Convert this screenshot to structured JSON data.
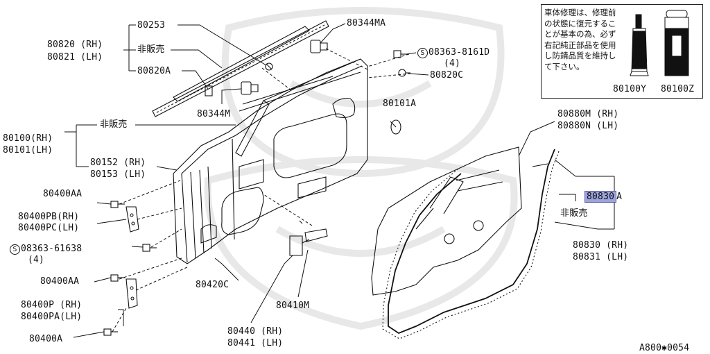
{
  "notice": {
    "text": "車体修理は、修理前の状態に復元することが基本の為、必ず右記純正部品を使用し防錆品質を維持して下さい。",
    "part_a": "80100Y",
    "part_b": "80100Z"
  },
  "labels": {
    "p80253": "80253",
    "p80820rh": "80820 (RH)",
    "p80821lh": "80821 (LH)",
    "hihanbai1": "非販売",
    "p80820a": "80820A",
    "p80344ma": "80344MA",
    "bolt1_code": "08363-8161D",
    "bolt1_qty": "(4)",
    "p80820c": "80820C",
    "p80344m": "80344M",
    "p80101a": "80101A",
    "hihanbai2": "非販売",
    "p80100rh": "80100(RH)",
    "p80101lh": "80101(LH)",
    "p80152rh": "80152 (RH)",
    "p80153lh": "80153 (LH)",
    "p80400aa_1": "80400AA",
    "p80400pb": "80400PB(RH)",
    "p80400pc": "80400PC(LH)",
    "bolt2_code": "08363-61638",
    "bolt2_qty": "(4)",
    "p80400aa_2": "80400AA",
    "p80400p": "80400P  (RH)",
    "p80400pa": "80400PA(LH)",
    "p80400a": "80400A",
    "p80420c": "80420C",
    "p80410m": "80410M",
    "p80440rh": "80440 (RH)",
    "p80441lh": "80441 (LH)",
    "p80880m": "80880M (RH)",
    "p80880n": "80880N (LH)",
    "p80830a": "80830",
    "p80830a_suffix": "A",
    "hihanbai3": "非販売",
    "p80830rh": "80830 (RH)",
    "p80831lh": "80831 (LH)",
    "diagram_code": "A800✱0054",
    "circle_s": "S"
  },
  "colors": {
    "highlight": "#9ea4dc",
    "line": "#111111",
    "watermark": "#e6e6e6"
  }
}
